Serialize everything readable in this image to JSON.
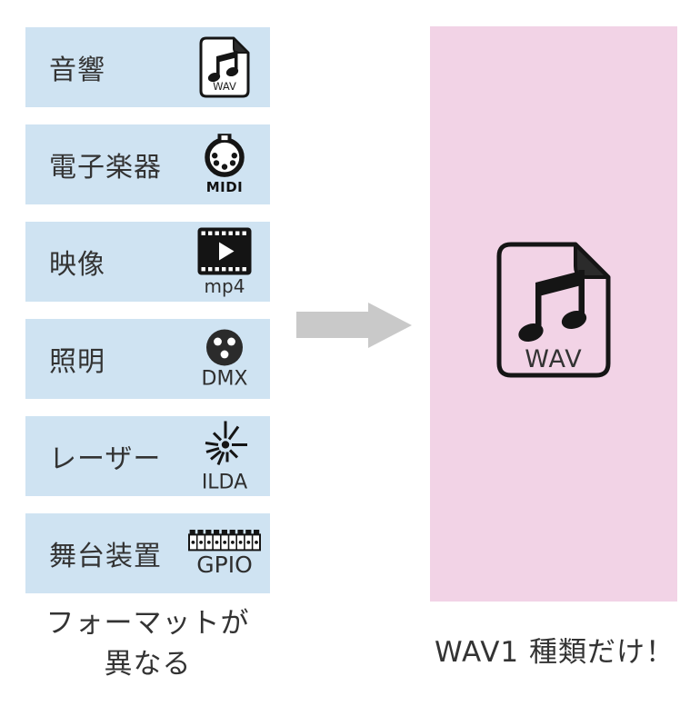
{
  "colors": {
    "row_bg": "#cfe3f2",
    "panel_bg": "#f2d3e6",
    "arrow": "#c9c9c9",
    "text": "#333333",
    "icon": "#151515",
    "fold": "#2b2b2b"
  },
  "left_column": {
    "rows": [
      {
        "label": "音響",
        "format": "WAV",
        "icon": "wav-file-icon"
      },
      {
        "label": "電子楽器",
        "format": "MIDI",
        "icon": "midi-din-connector-icon"
      },
      {
        "label": "映像",
        "format": "mp4",
        "icon": "film-strip-play-icon"
      },
      {
        "label": "照明",
        "format": "DMX",
        "icon": "dmx-xlr-connector-icon"
      },
      {
        "label": "レーザー",
        "format": "ILDA",
        "icon": "laser-burst-icon"
      },
      {
        "label": "舞台装置",
        "format": "GPIO",
        "icon": "terminal-block-icon"
      }
    ],
    "caption_line1": "フォーマットが",
    "caption_line2": "異なる"
  },
  "arrow": {
    "direction": "right"
  },
  "right_panel": {
    "file_label": "WAV",
    "caption": "WAV1 種類だけ！"
  }
}
